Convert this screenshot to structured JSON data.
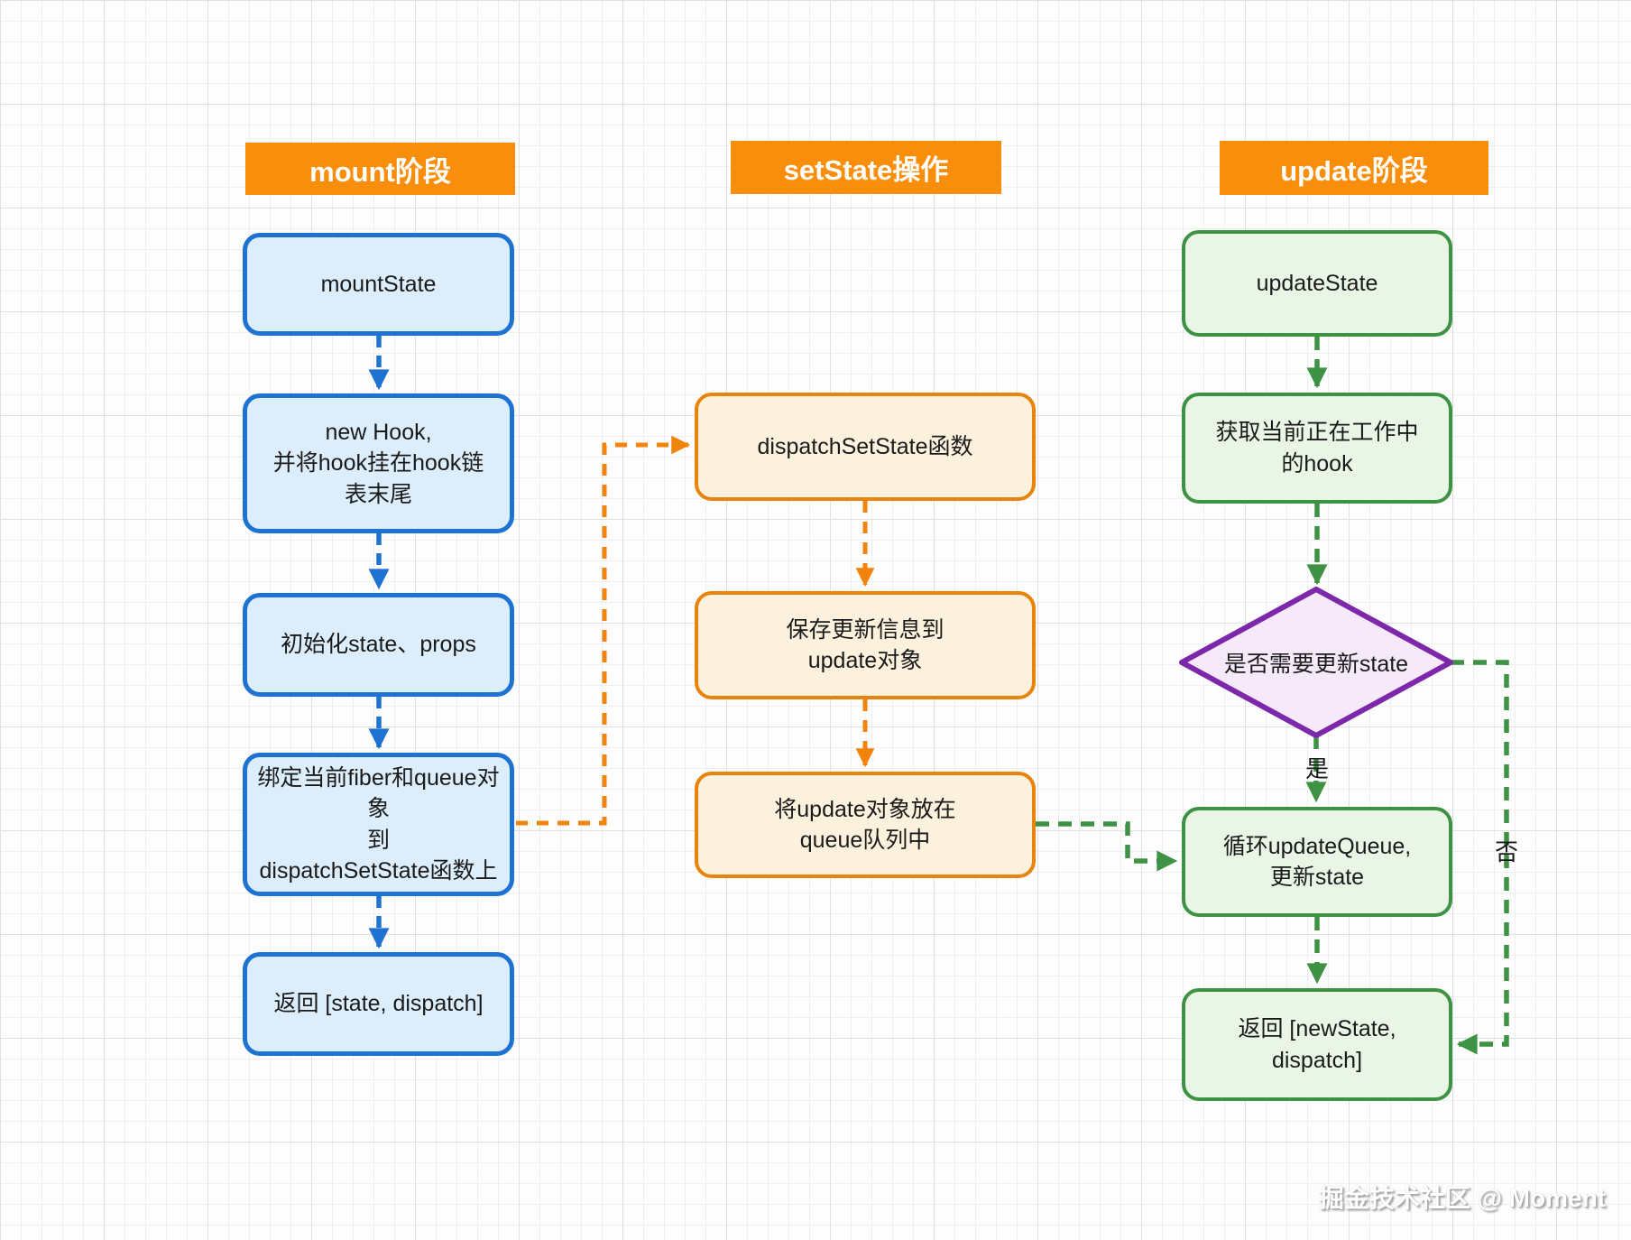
{
  "diagram": {
    "columns": {
      "mount": {
        "header": "mount阶段",
        "nodes": {
          "mountState": "mountState",
          "newHook": "new Hook,\n并将hook挂在hook链\n表末尾",
          "initState": "初始化state、props",
          "bindFiber": "绑定当前fiber和queue对象\n到\ndispatchSetState函数上",
          "returnState": "返回 [state, dispatch]"
        }
      },
      "setState": {
        "header": "setState操作",
        "nodes": {
          "dispatchSetState": "dispatchSetState函数",
          "saveUpdate": "保存更新信息到\nupdate对象",
          "enqueueUpdate": "将update对象放在\nqueue队列中"
        }
      },
      "update": {
        "header": "update阶段",
        "nodes": {
          "updateState": "updateState",
          "getCurrentHook": "获取当前正在工作中\n的hook",
          "needUpdateDecision": "是否需要更新state",
          "loopUpdateQueue": "循环updateQueue,\n更新state",
          "returnNewState": "返回 [newState, dispatch]"
        }
      }
    },
    "edge_labels": {
      "yes": "是",
      "no": "否"
    },
    "watermark": "掘金技术社区 @ Moment",
    "colors": {
      "header_bg": "#F98E0C",
      "mount_border": "#1E73D2",
      "mount_fill": "#DCEDFB",
      "setstate_border": "#E8830C",
      "setstate_fill": "#FCF1DD",
      "update_border": "#3E9244",
      "update_fill": "#E9F5E5",
      "decision_border": "#7D27AB",
      "decision_fill": "#F6EAFA"
    }
  }
}
